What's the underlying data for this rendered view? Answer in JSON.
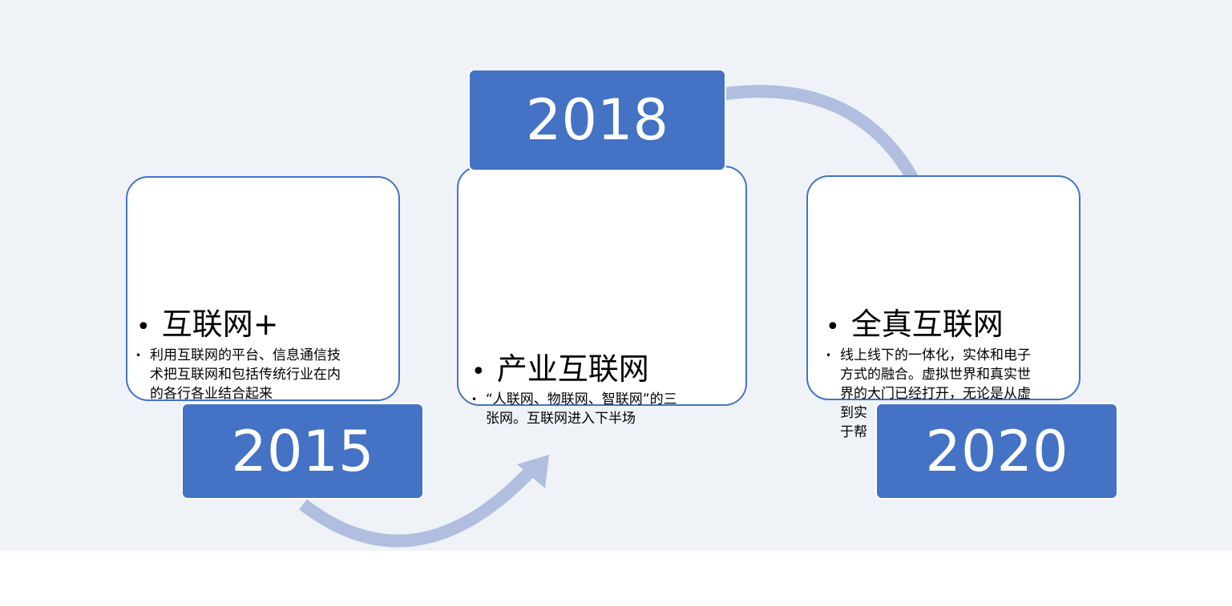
{
  "stages": [
    {
      "year": "2015",
      "title": "互联网+",
      "desc_lines": [
        "利用互联网的平台、信息通信技",
        "术把互联网和包括传统行业在内",
        "的各行各业结合起来"
      ]
    },
    {
      "year": "2018",
      "title": "产业互联网",
      "desc_lines": [
        "“人联网、物联网、智联网”的三",
        "张网。互联网进入下半场"
      ]
    },
    {
      "year": "2020",
      "title": "全真互联网",
      "desc_lines": [
        "线上线下的一体化，实体和电子",
        "方式的融合。虚拟世界和真实世",
        "界的大门已经打开，无论是从虚",
        "到实",
        "于帮"
      ]
    }
  ],
  "colors": {
    "box": "#4472c4",
    "arrow": "#b0bfe0",
    "background": "#eff3f7"
  }
}
